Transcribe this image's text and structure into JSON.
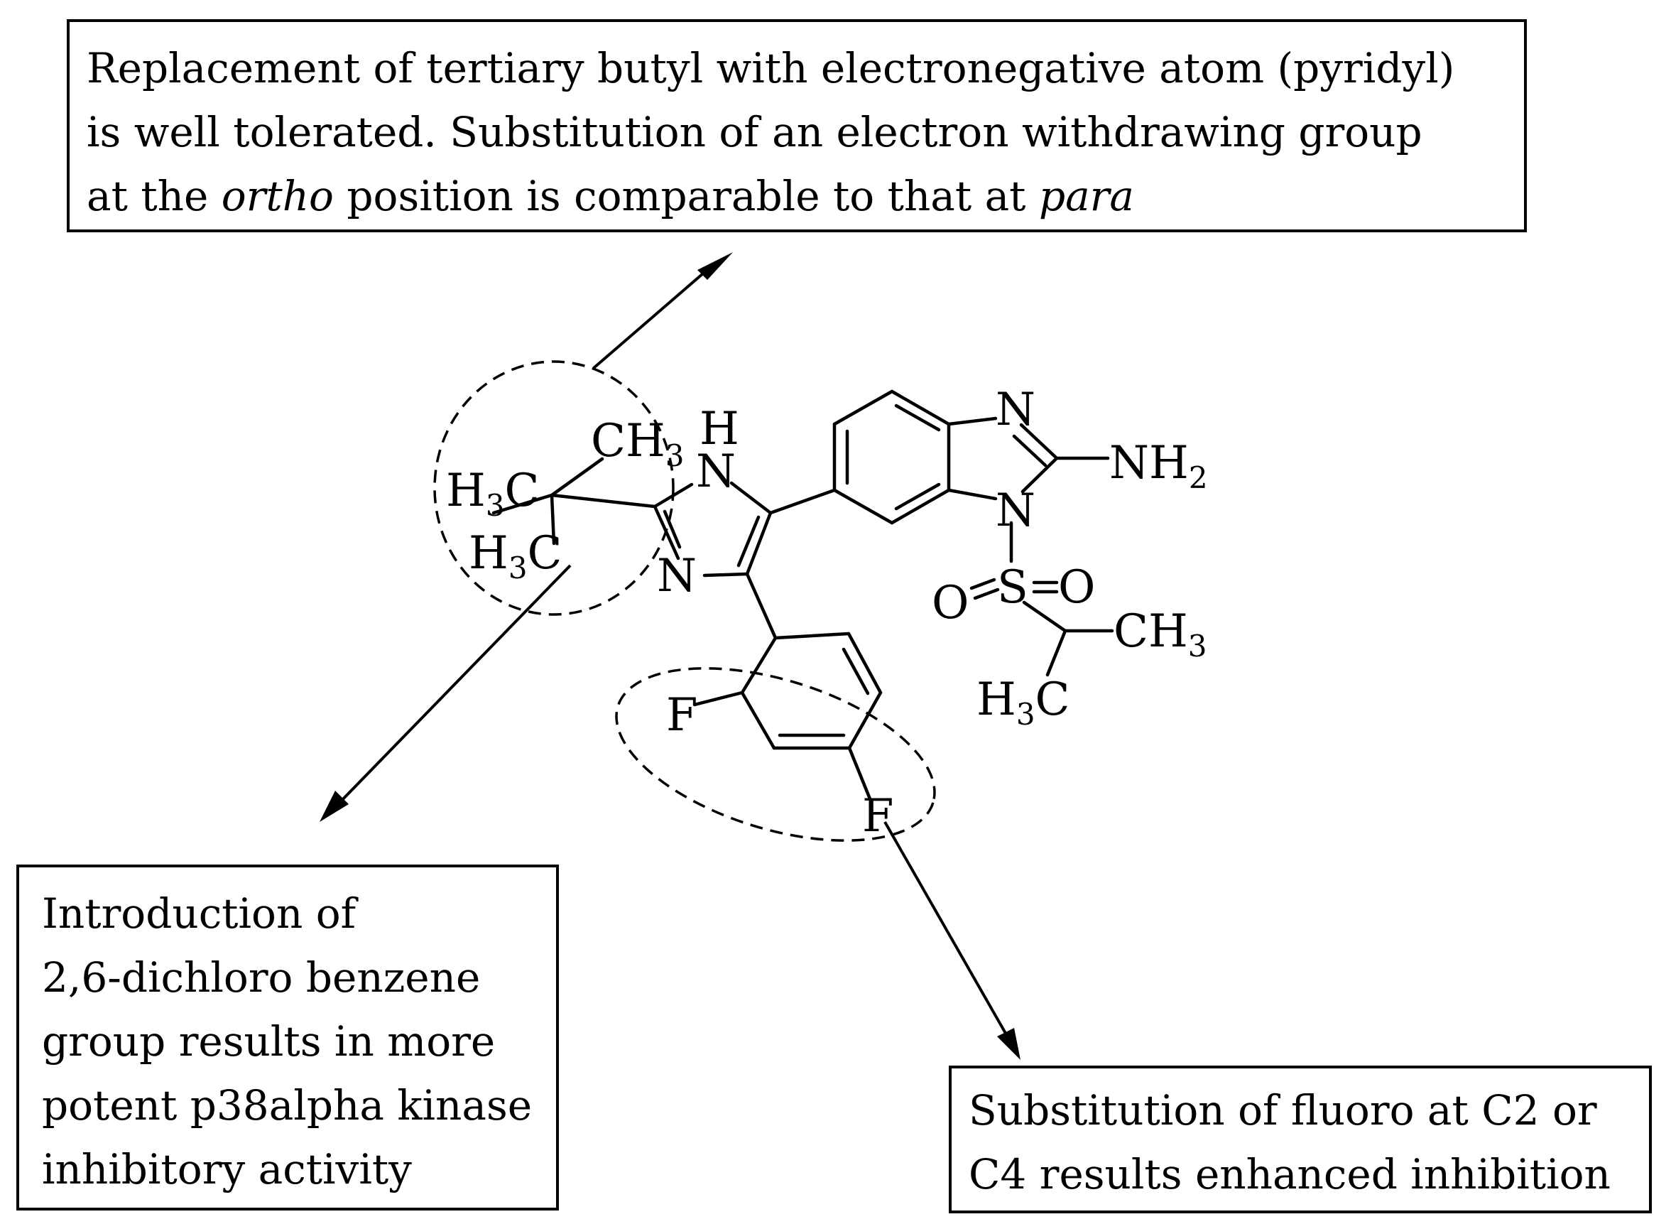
{
  "annotations": {
    "top": {
      "lines": [
        [
          "Replacement of tertiary butyl with electronegative atom (pyridyl)"
        ],
        [
          "is well tolerated. Substitution of an electron withdrawing group"
        ],
        [
          "at the ",
          "ortho",
          " position is comparable to that at ",
          "para"
        ]
      ],
      "italic_parts": [
        "ortho",
        "para"
      ]
    },
    "left": {
      "lines": [
        "Introduction of",
        "2,6-dichloro benzene",
        "group results in more",
        "potent p38alpha kinase",
        "inhibitory activity"
      ]
    },
    "right": {
      "lines": [
        "Substitution of fluoro at C2 or",
        "C4  results enhanced inhibition"
      ]
    }
  },
  "molecule": {
    "labels": {
      "ch3_top": [
        "CH",
        "3"
      ],
      "h3c_upper": [
        "H",
        "3",
        "C"
      ],
      "h3c_lower": [
        "H",
        "3",
        "C"
      ],
      "nh_h": "H",
      "nh_n": "N",
      "imid_n": "N",
      "benz_n_top": "N",
      "benz_n_bottom": "N",
      "nh2": [
        "NH",
        "2"
      ],
      "sulfur": "S",
      "oxygen_left": "O",
      "oxygen_right": "O",
      "ch3_right": [
        "CH",
        "3"
      ],
      "h3c_bottom": [
        "H",
        "3",
        "C"
      ],
      "fluoro_ortho": "F",
      "fluoro_para": "F"
    }
  }
}
